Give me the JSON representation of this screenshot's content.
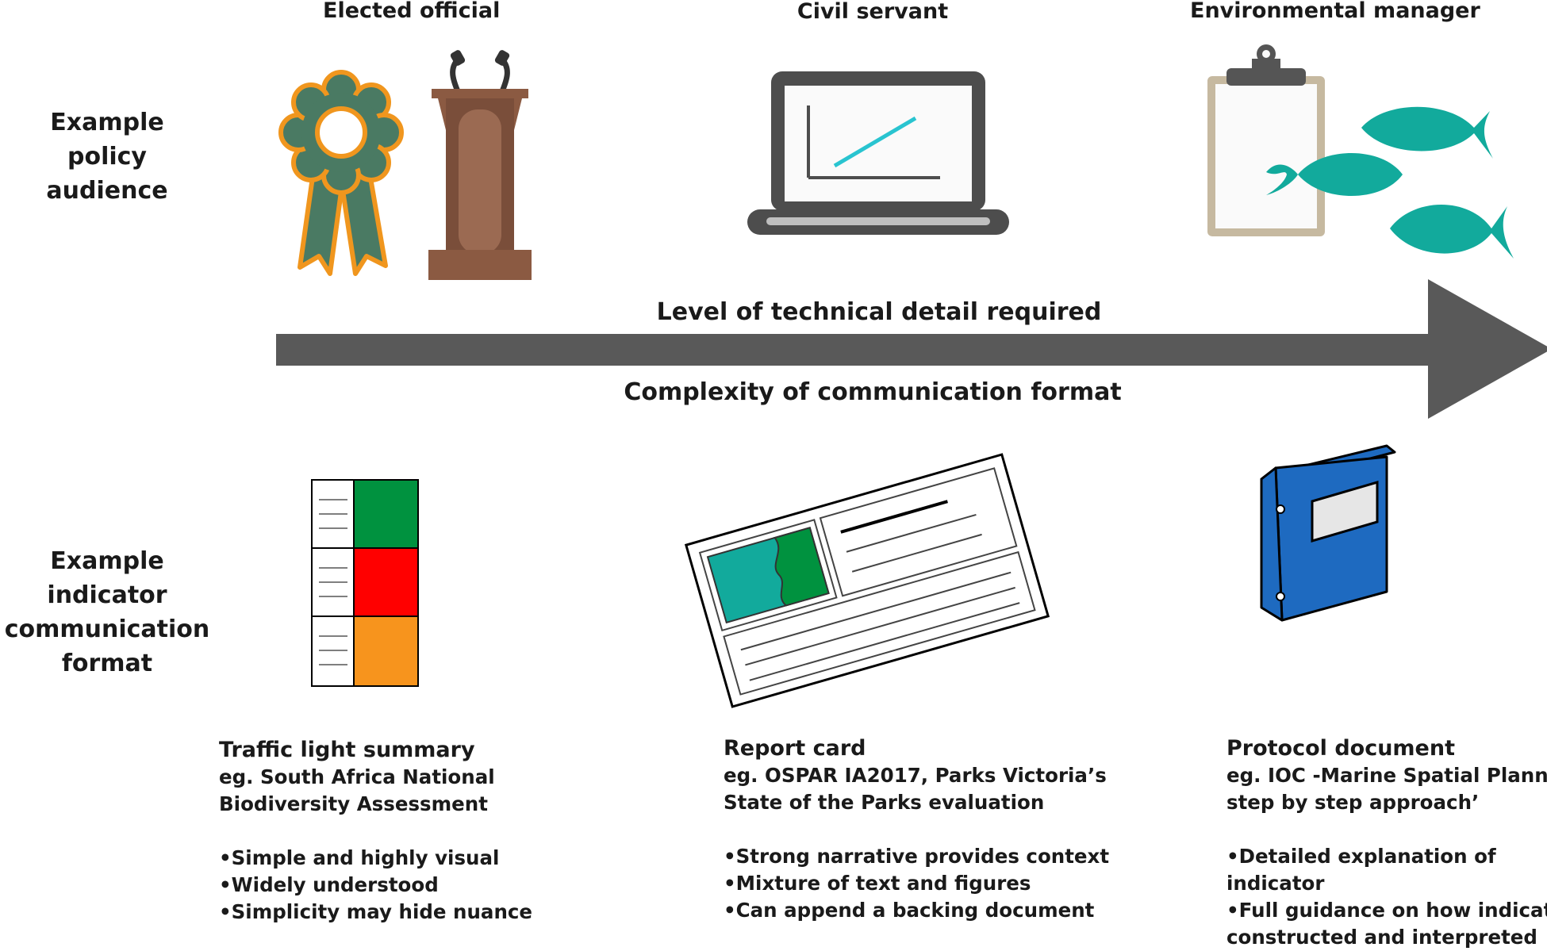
{
  "audience": {
    "row_label": "Example policy audience",
    "columns": [
      {
        "title": "Elected official",
        "icons": [
          "rosette-icon",
          "podium-icon"
        ]
      },
      {
        "title": "Civil servant",
        "icons": [
          "laptop-chart-icon"
        ]
      },
      {
        "title": "Environmental manager",
        "icons": [
          "clipboard-icon",
          "fish-icon"
        ]
      }
    ]
  },
  "arrow": {
    "top_label": "Level of technical detail required",
    "bottom_label": "Complexity of communication format",
    "color": "#595959"
  },
  "format": {
    "row_label": "Example indicator communication format",
    "columns": [
      {
        "icon": "traffic-light-table-icon",
        "title": "Traffic light summary",
        "example": [
          "eg. South Africa National",
          "Biodiversity Assessment"
        ],
        "bullets": [
          "•Simple and highly visual",
          "•Widely understood",
          "•Simplicity may hide nuance"
        ]
      },
      {
        "icon": "report-card-icon",
        "title": "Report card",
        "example": [
          "eg. OSPAR IA2017, Parks Victoria’s",
          "State of the Parks evaluation"
        ],
        "bullets": [
          "•Strong narrative provides context",
          "•Mixture of text and figures",
          "•Can append a backing document"
        ]
      },
      {
        "icon": "binder-icon",
        "title": "Protocol document",
        "example": [
          "eg. IOC -Marine Spatial Planning:",
          "step by step approach’"
        ],
        "bullets": [
          "•Detailed explanation of",
          "indicator",
          "•Full guidance on how indicator is",
          "constructed and interpreted"
        ]
      }
    ]
  },
  "colors": {
    "rosette": "#4a7a63",
    "rosette_outline": "#f0961e",
    "podium": "#7a4e3a",
    "laptop": "#4d4d4d",
    "chart_line": "#29c4d0",
    "fish": "#12aa9c",
    "clipboard": "#c6b9a0",
    "traffic_green": "#00923f",
    "traffic_red": "#ff0000",
    "traffic_amber": "#f7941d",
    "map_teal": "#12aa9c",
    "map_green": "#00923f",
    "binder": "#1e6ac0"
  }
}
